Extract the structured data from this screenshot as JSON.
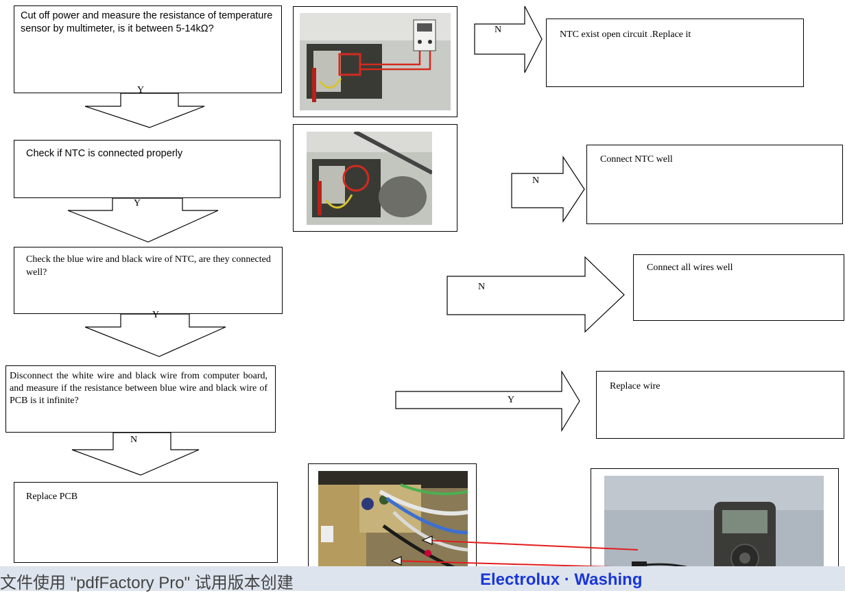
{
  "steps": {
    "s1": "Cut off power and measure the resistance of temperature sensor by multimeter, is it between 5-14kΩ?",
    "s2": "Check if NTC is connected properly",
    "s3": "Check the blue wire and black wire of NTC, are they connected well?",
    "s4": "Disconnect the white wire and black wire from computer board, and measure if the resistance between blue wire and black wire of PCB is it infinite?",
    "s5": "Replace PCB"
  },
  "down_labels": {
    "d1": "Y",
    "d2": "Y",
    "d3": "Y",
    "d4": "N"
  },
  "side_labels": {
    "r1": "N",
    "r2": "N",
    "r3": "N",
    "r4": "Y"
  },
  "actions": {
    "a1": "NTC exist open circuit .Replace it",
    "a2": "Connect NTC well",
    "a3": "Connect all wires well",
    "a4": "Replace wire"
  },
  "footer": {
    "text": "文件使用 \"pdfFactory Pro\" 试用版本创建",
    "brand": "Electrolux · Washing"
  },
  "colors": {
    "pointer_red": "#e21d1d",
    "footer_band": "#dde4ee",
    "footer_brand": "#1a36d6"
  }
}
